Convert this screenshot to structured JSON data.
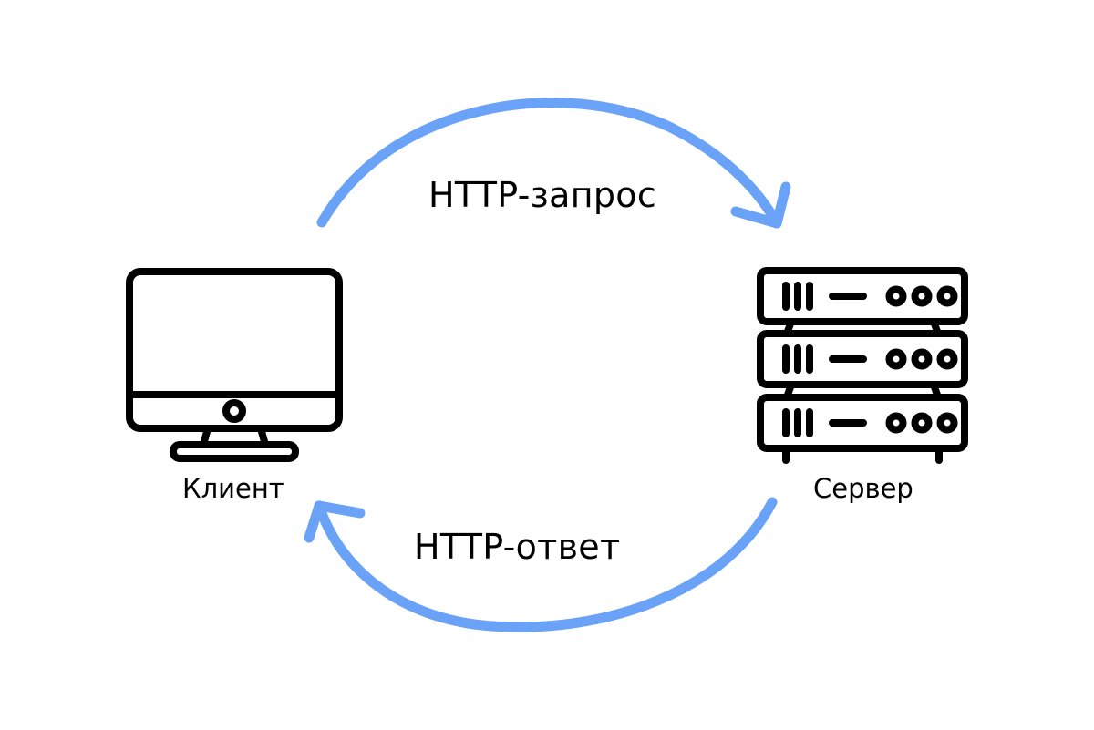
{
  "diagram": {
    "request_label": "HTTP-запрос",
    "response_label": "HTTP-ответ",
    "client_label": "Клиент",
    "server_label": "Сервер"
  },
  "icons": {
    "client": "desktop-monitor-icon",
    "server": "server-rack-icon"
  },
  "colors": {
    "arrow": "#6aa2f7",
    "icon_stroke": "#000000",
    "background": "#ffffff"
  }
}
